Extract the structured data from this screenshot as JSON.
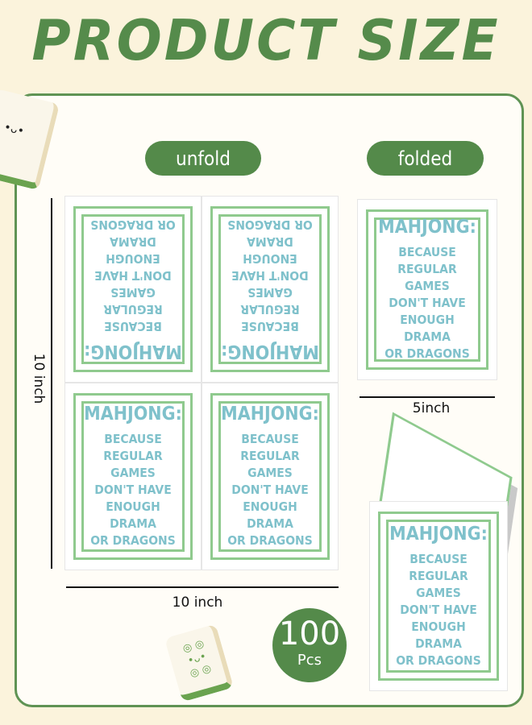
{
  "title": "PRODUCT SIZE",
  "labels": {
    "unfold": "unfold",
    "folded": "folded",
    "height": "10 inch",
    "width": "10 inch",
    "folded_width": "5inch"
  },
  "card": {
    "heading": "MAHJONG:",
    "lines": [
      "BECAUSE",
      "REGULAR GAMES",
      "DON'T HAVE",
      "ENOUGH DRAMA",
      "OR DRAGONS"
    ]
  },
  "badge": {
    "count": "100",
    "unit": "Pcs"
  },
  "colors": {
    "background": "#fbf3dc",
    "green": "#548a4a",
    "card_border": "#8fca8e",
    "card_text": "#7fc1cb"
  }
}
